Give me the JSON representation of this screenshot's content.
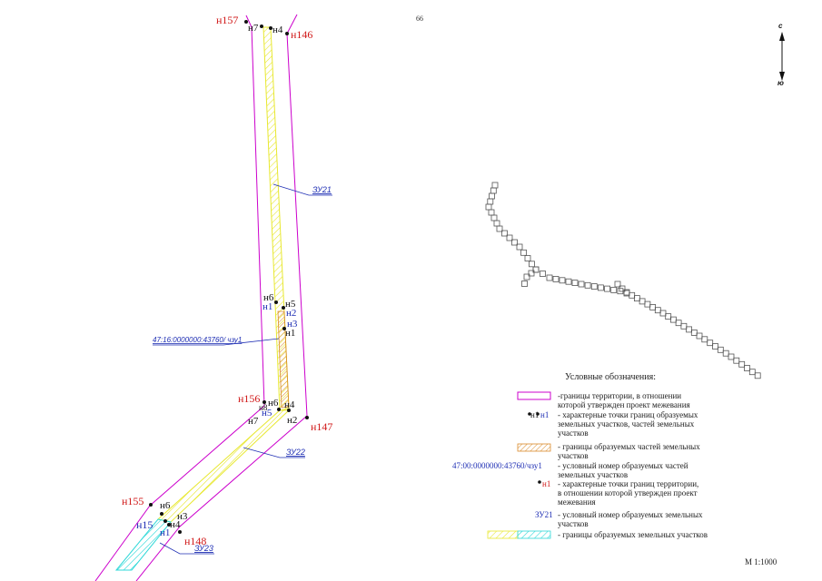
{
  "page_number": "66",
  "compass": {
    "north": "с",
    "south": "ю"
  },
  "scale": "М 1:1000",
  "colors": {
    "territory_boundary": "#cc00cc",
    "parcel_boundary_yellow": "#e8e830",
    "parcel_boundary_cyan": "#30d8d8",
    "part_boundary_orange": "#d98a2a",
    "label_red": "#d01818",
    "label_blue": "#1f2fb4",
    "label_black": "#111111"
  },
  "map_labels": {
    "red": [
      "н157",
      "н146",
      "н156",
      "н147",
      "н155",
      "н148"
    ],
    "black": [
      "н7",
      "н4",
      "н6",
      "н5",
      "н1",
      "н6",
      "н4",
      "н2",
      "н7",
      "н6",
      "н3",
      "н4"
    ],
    "blue": [
      "н1",
      "н2",
      "н3",
      "н5",
      "н15",
      "н1"
    ],
    "small_overlap": "н8",
    "zone_labels": [
      "ЗУ21",
      "ЗУ22",
      "ЗУ23"
    ],
    "cadastral_label": "47:16:0000000:43760/ чзу1"
  },
  "legend": {
    "title": "Условные обозначения:",
    "items": [
      {
        "symbol": "magenta-rect",
        "lines": [
          "-границы территории, в отношении",
          "которой утвержден проект межевания"
        ]
      },
      {
        "symbol": "point-labels",
        "sym_text": [
          "н1",
          "н1"
        ],
        "lines": [
          "- характерные точки границ  образуемых",
          "земельных участков, частей земельных",
          "участков"
        ]
      },
      {
        "symbol": "orange-hatch",
        "lines": [
          "- границы образуемых частей земельных",
          "участков"
        ]
      },
      {
        "symbol": "blue-text",
        "sym_text": "47:00:0000000:43760/чзу1",
        "lines": [
          "- условный номер образуемых частей",
          "земельных участков"
        ]
      },
      {
        "symbol": "red-point",
        "sym_text": "н1",
        "lines": [
          "-  характерные точки границ территории,",
          "в отношении которой утвержден проект",
          "межевания"
        ]
      },
      {
        "symbol": "blue-text",
        "sym_text": "ЗУ21",
        "lines": [
          "- условный номер образуемых земельных",
          "участков"
        ]
      },
      {
        "symbol": "yellow-cyan-hatch",
        "lines": [
          "- границы образуемых земельных участков"
        ]
      }
    ]
  }
}
